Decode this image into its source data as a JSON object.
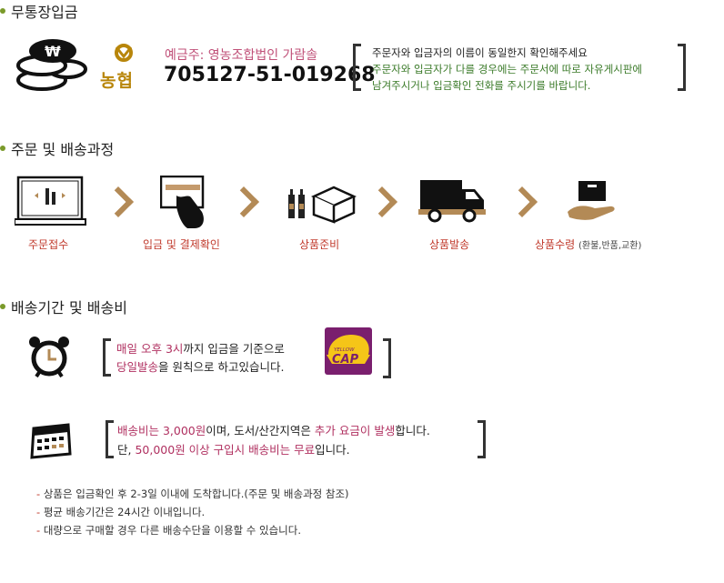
{
  "sections": {
    "deposit": "무통장입금",
    "process": "주문 및 배송과정",
    "shipping": "배송기간 및 배송비"
  },
  "bank": {
    "logo_text": "농협",
    "holder": "예금주: 영농조합법인 가람솔",
    "account": "705127-51-019268",
    "notice1": "주문자와 입금자의 이름이 동일한지 확인해주세요",
    "notice2": "주문자와 입금자가 다를 경우에는 주문서에 따로 자유게시판에",
    "notice3": "남겨주시거나 입금확인 전화를 주시기를 바랍니다."
  },
  "steps": [
    {
      "label": "주문접수"
    },
    {
      "label": "입금 및 결제확인"
    },
    {
      "label": "상품준비"
    },
    {
      "label": "상품발송"
    },
    {
      "label": "상품수령",
      "sub": "(환불,반품,교환)"
    }
  ],
  "delivery": {
    "t1a": "매일 오후 3시",
    "t1b": "까지 입금을 기준으로",
    "t2a": "당일발송",
    "t2b": "을 원칙으로 하고있습니다.",
    "courier_top": "YELLOW",
    "courier_main": "CAP"
  },
  "fee": {
    "a": "배송비는 3,000원",
    "b": "이며, 도서/산간지역은 ",
    "c": "추가 요금이 발생",
    "d": "합니다.",
    "e": "단, ",
    "f": "50,000원 이상 구입시 배송비는 무료",
    "g": "입니다."
  },
  "notes": [
    "상품은 입금확인 후 2-3일 이내에 도착합니다.(주문 및 배송과정 참조)",
    "평균 배송기간은 24시간 이내입니다.",
    "대량으로 구매할 경우 다른 배송수단을 이용할 수 있습니다."
  ],
  "colors": {
    "accent": "#b03060",
    "bracket": "#333333",
    "arrow": "#b38a56",
    "bullet": "#7a9a2a"
  },
  "icons": [
    "coins-icon",
    "nonghyup-logo-icon",
    "laptop-icon",
    "card-payment-icon",
    "product-box-icon",
    "delivery-truck-icon",
    "hand-package-icon",
    "alarm-clock-icon",
    "calendar-icon"
  ]
}
